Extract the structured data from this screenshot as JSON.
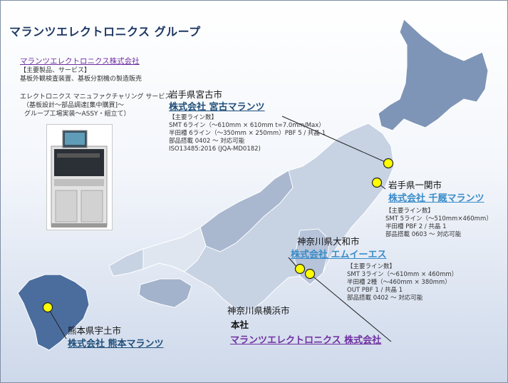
{
  "title": "マランツエレクトロニクス グループ",
  "hq_company": {
    "name": "マランツエレクトロニクス株式会社",
    "products_heading": "【主要製品、サービス】",
    "products": "基板外観検査装置、基板分割機の製造販売",
    "service_title": "エレクトロニクス マニュファクチャリング サービス",
    "service_line1": "（基板設計～部品調達[集中購買]～",
    "service_line2": "グループ工場実装～ASSY・組立て）"
  },
  "miyako": {
    "city": "岩手県宮古市",
    "company": "株式会社 宮古マランツ",
    "heading": "【主要ライン数】",
    "line1": "SMT 6ライン（～610mm × 610mm t=7.0mm/Max）",
    "line2": "半田槽 6ライン（～350mm × 250mm）PBF 5 / 共晶 1",
    "line3": "部品搭載 0402 ～ 対応可能",
    "line4": "ISO13485:2016 (JQA-MD0182)"
  },
  "ichinoseki": {
    "city": "岩手県一関市",
    "company": "株式会社 千厩マランツ",
    "heading": "【主要ライン数】",
    "line1": "SMT 5ライン（～510mm×460mm）",
    "line2": "半田槽 PBF 2 / 共晶 1",
    "line3": "部品搭載 0603 ～ 対応可能"
  },
  "yamato": {
    "city": "神奈川県大和市",
    "company": "株式会社 エムイーエス",
    "heading": "【主要ライン数】",
    "line1": "SMT 3ライン（～610mm × 460mm）",
    "line2": "半田槽 2種（～460mm × 380mm）",
    "line3": "OUT PBF 1 / 共晶 1",
    "line4": "部品搭載 0402 ～ 対応可能"
  },
  "yokohama": {
    "city": "神奈川県横浜市",
    "label": "本社",
    "company": "マランツエレクトロニクス 株式会社"
  },
  "uto": {
    "city": "熊本県宇土市",
    "company": "株式会社 熊本マランツ"
  },
  "colors": {
    "title": "#1f3864",
    "company_dark": "#1f4e79",
    "company_light": "#3a8cc9",
    "company_purple": "#7030a0",
    "marker": "#ffff00",
    "land": "#e6ebf3",
    "land_medium": "#a9b8cf",
    "land_dark": "#7e95b7",
    "kyushu": "#4a6d9e"
  }
}
